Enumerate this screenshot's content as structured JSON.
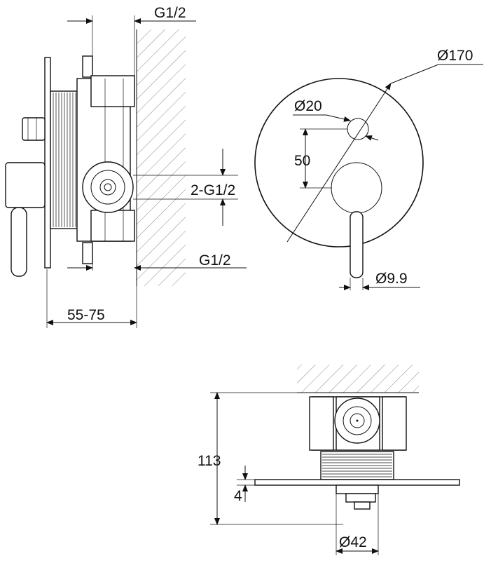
{
  "dimensions": {
    "side_top_thread": "G1/2",
    "side_bottom_thread": "G1/2",
    "side_mid_thread": "2-G1/2",
    "side_depth": "55-75",
    "front_plate_diameter": "Ø170",
    "front_small_hole": "Ø20",
    "front_spacing": "50",
    "front_lever_diameter": "Ø9.9",
    "bottom_height": "113",
    "bottom_plate_thickness": "4",
    "bottom_body_diameter": "Ø42"
  },
  "colors": {
    "line": "#111111",
    "background": "#ffffff"
  }
}
